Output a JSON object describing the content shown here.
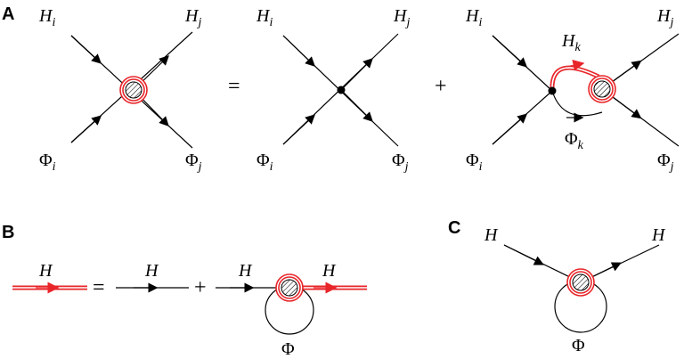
{
  "panels": {
    "a": "A",
    "b": "B",
    "c": "C"
  },
  "labels": {
    "H": "H",
    "Phi": "Φ",
    "i": "i",
    "j": "j",
    "k": "k"
  },
  "operators": {
    "equals": "=",
    "plus": "+"
  },
  "colors": {
    "dressed": "#e8262a",
    "bare": "#000000"
  }
}
